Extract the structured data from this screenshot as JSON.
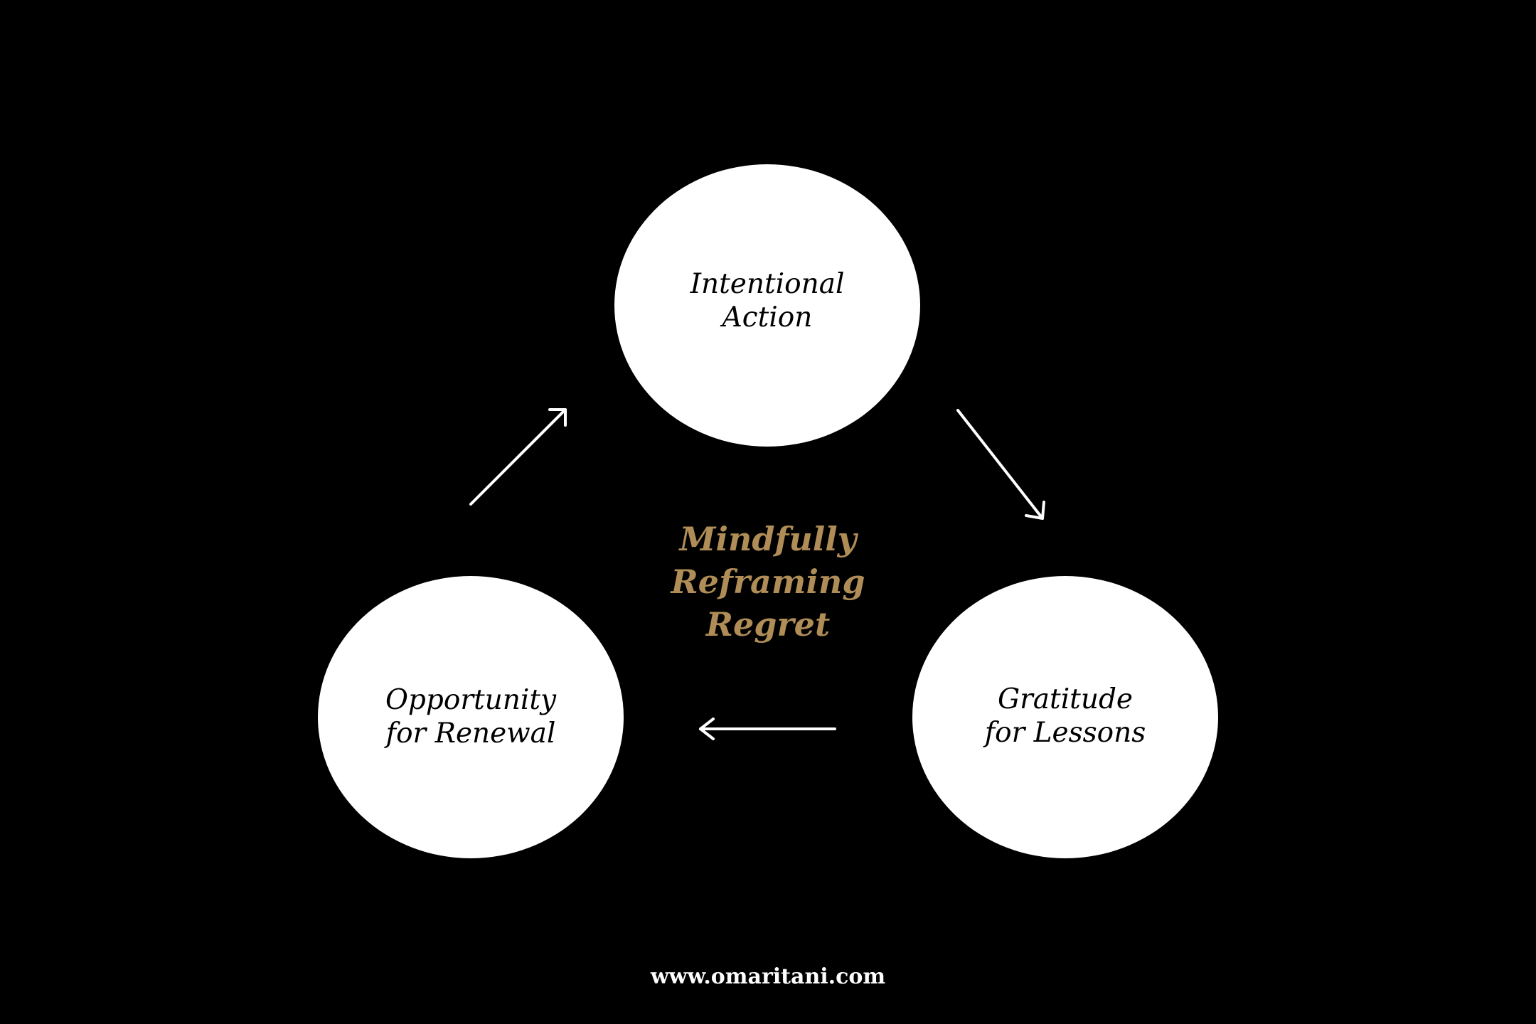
{
  "diagram": {
    "center_title": [
      "Mindfully",
      "Reframing",
      "Regret"
    ],
    "nodes": {
      "top": [
        "Intentional",
        "Action"
      ],
      "right": [
        "Gratitude",
        "for Lessons"
      ],
      "left": [
        "Opportunity",
        "for Renewal"
      ]
    },
    "flow": [
      "Intentional Action → Gratitude for Lessons",
      "Gratitude for Lessons → Opportunity for Renewal",
      "Opportunity for Renewal → Intentional Action"
    ]
  },
  "footer": {
    "url": "www.omaritani.com"
  },
  "colors": {
    "background": "#000000",
    "node_fill": "#ffffff",
    "node_text": "#000000",
    "accent": "#b08d57",
    "arrow": "#ffffff"
  }
}
